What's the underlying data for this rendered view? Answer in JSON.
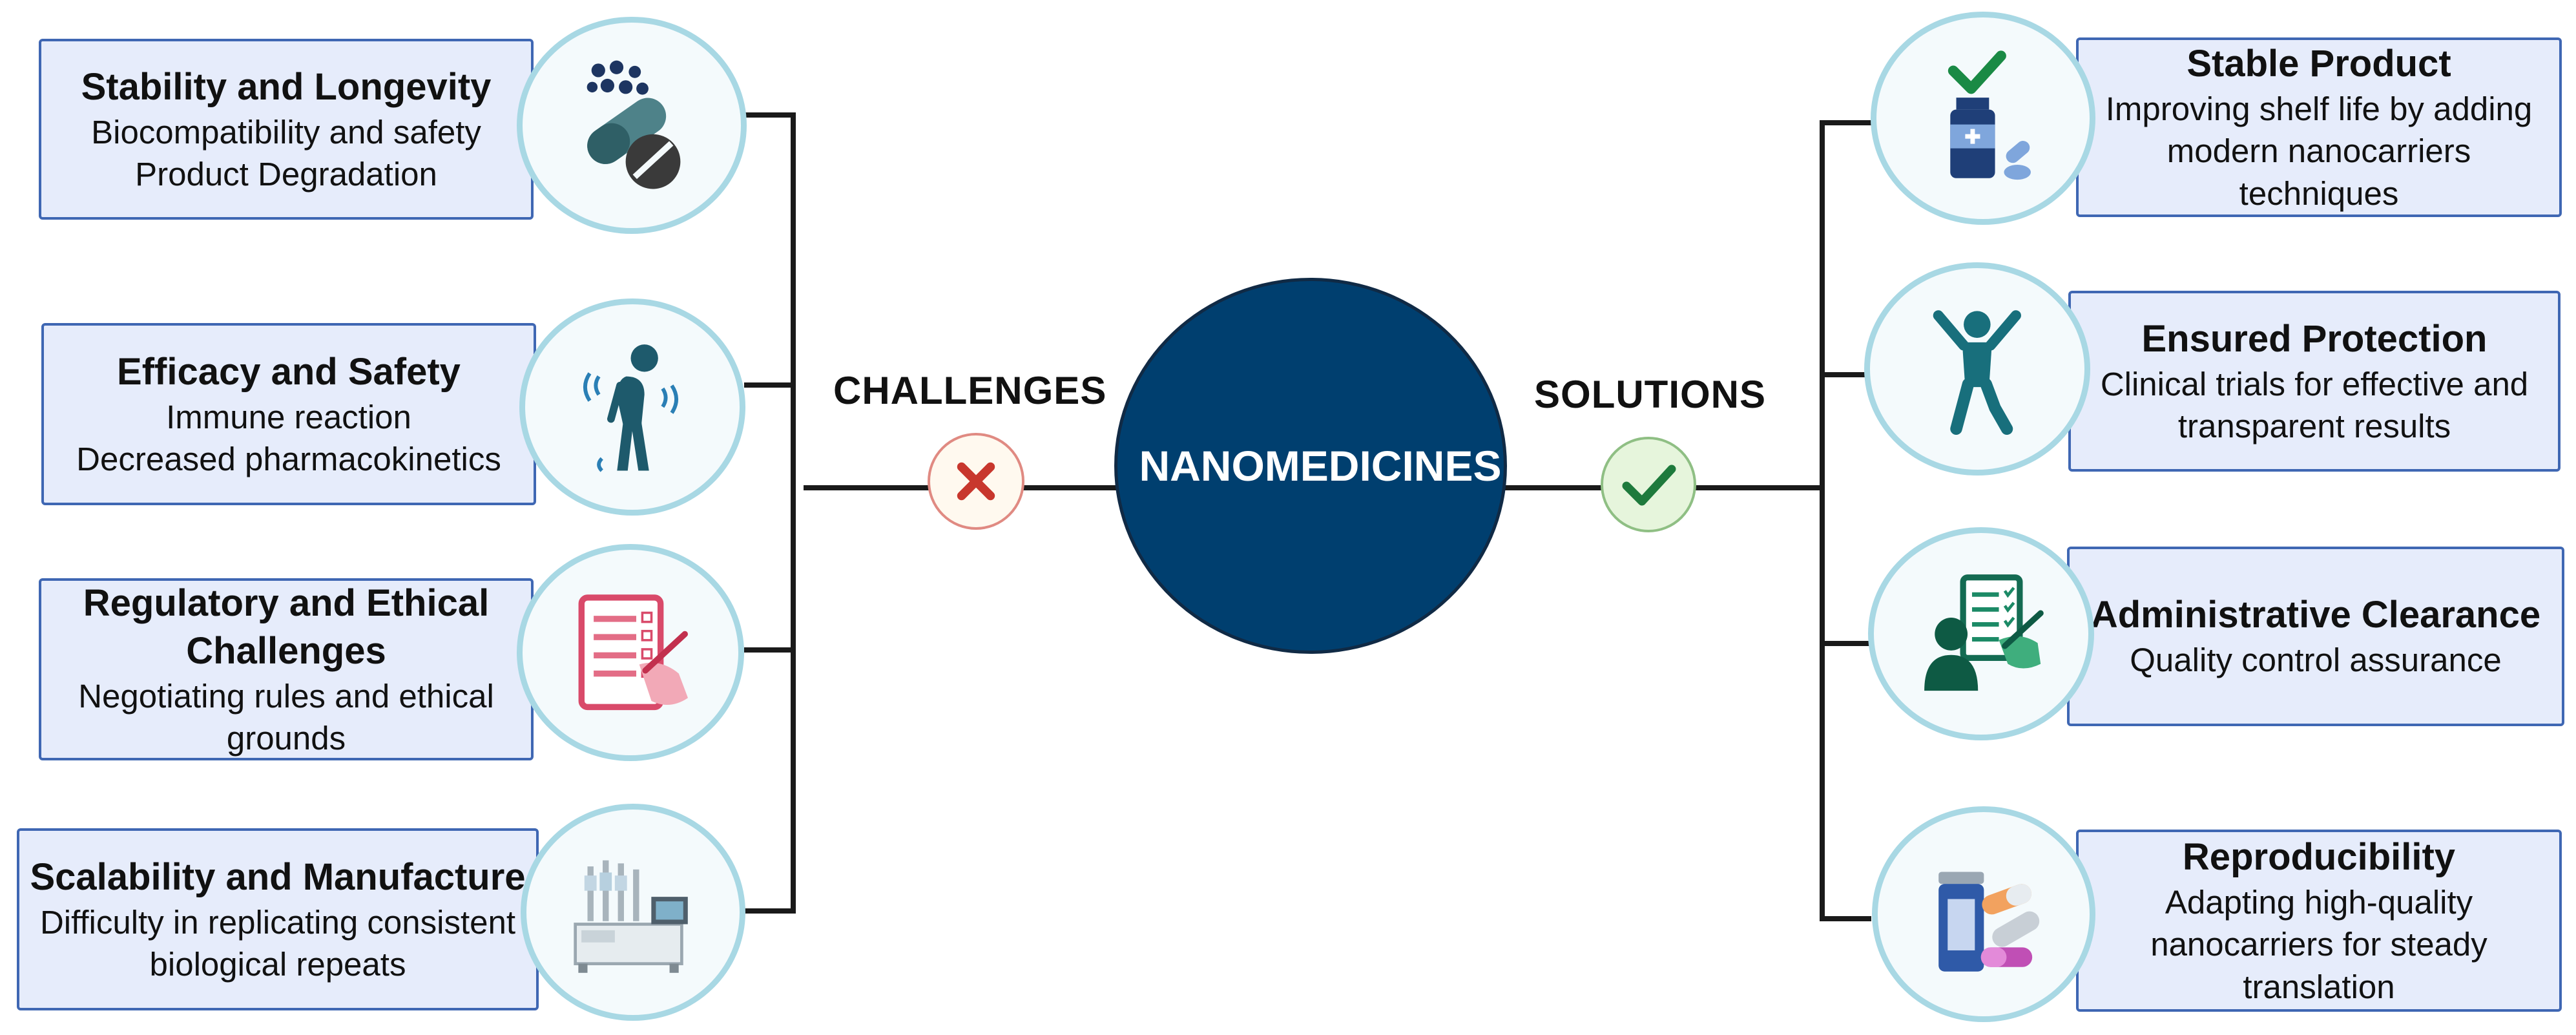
{
  "center": {
    "label": "NANOMEDICINES"
  },
  "challenges": {
    "label": "CHALLENGES",
    "items": [
      {
        "title": "Stability and Longevity",
        "body": [
          "Biocompatibility and safety",
          "Product Degradation"
        ],
        "icon": "pills-icon"
      },
      {
        "title": "Efficacy and Safety",
        "body": [
          "Immune reaction",
          "Decreased pharmacokinetics"
        ],
        "icon": "weak-person-icon"
      },
      {
        "title": "Regulatory and Ethical Challenges",
        "body": [
          "Negotiating rules and ethical grounds"
        ],
        "icon": "checklist-icon"
      },
      {
        "title": "Scalability and Manufacture",
        "body": [
          "Difficulty in replicating consistent biological repeats"
        ],
        "icon": "lab-machine-icon"
      }
    ]
  },
  "solutions": {
    "label": "SOLUTIONS",
    "items": [
      {
        "title": "Stable Product",
        "body": [
          "Improving shelf life by adding modern nanocarriers techniques"
        ],
        "icon": "medicine-bottle-icon"
      },
      {
        "title": "Ensured  Protection",
        "body": [
          "Clinical trials for effective and transparent results"
        ],
        "icon": "cheering-person-icon"
      },
      {
        "title": "Administrative Clearance",
        "body": [
          "Quality control assurance"
        ],
        "icon": "person-checklist-icon"
      },
      {
        "title": "Reproducibility",
        "body": [
          "Adapting high-quality nanocarriers for steady translation"
        ],
        "icon": "pill-capsules-icon"
      }
    ]
  },
  "colors": {
    "center_fill": "#003f6f",
    "box_fill": "#e6ecfb",
    "box_border": "#3f67b3",
    "circle_border": "#a8d8e4",
    "cross": "#c8372d",
    "check": "#1e7a3c"
  }
}
